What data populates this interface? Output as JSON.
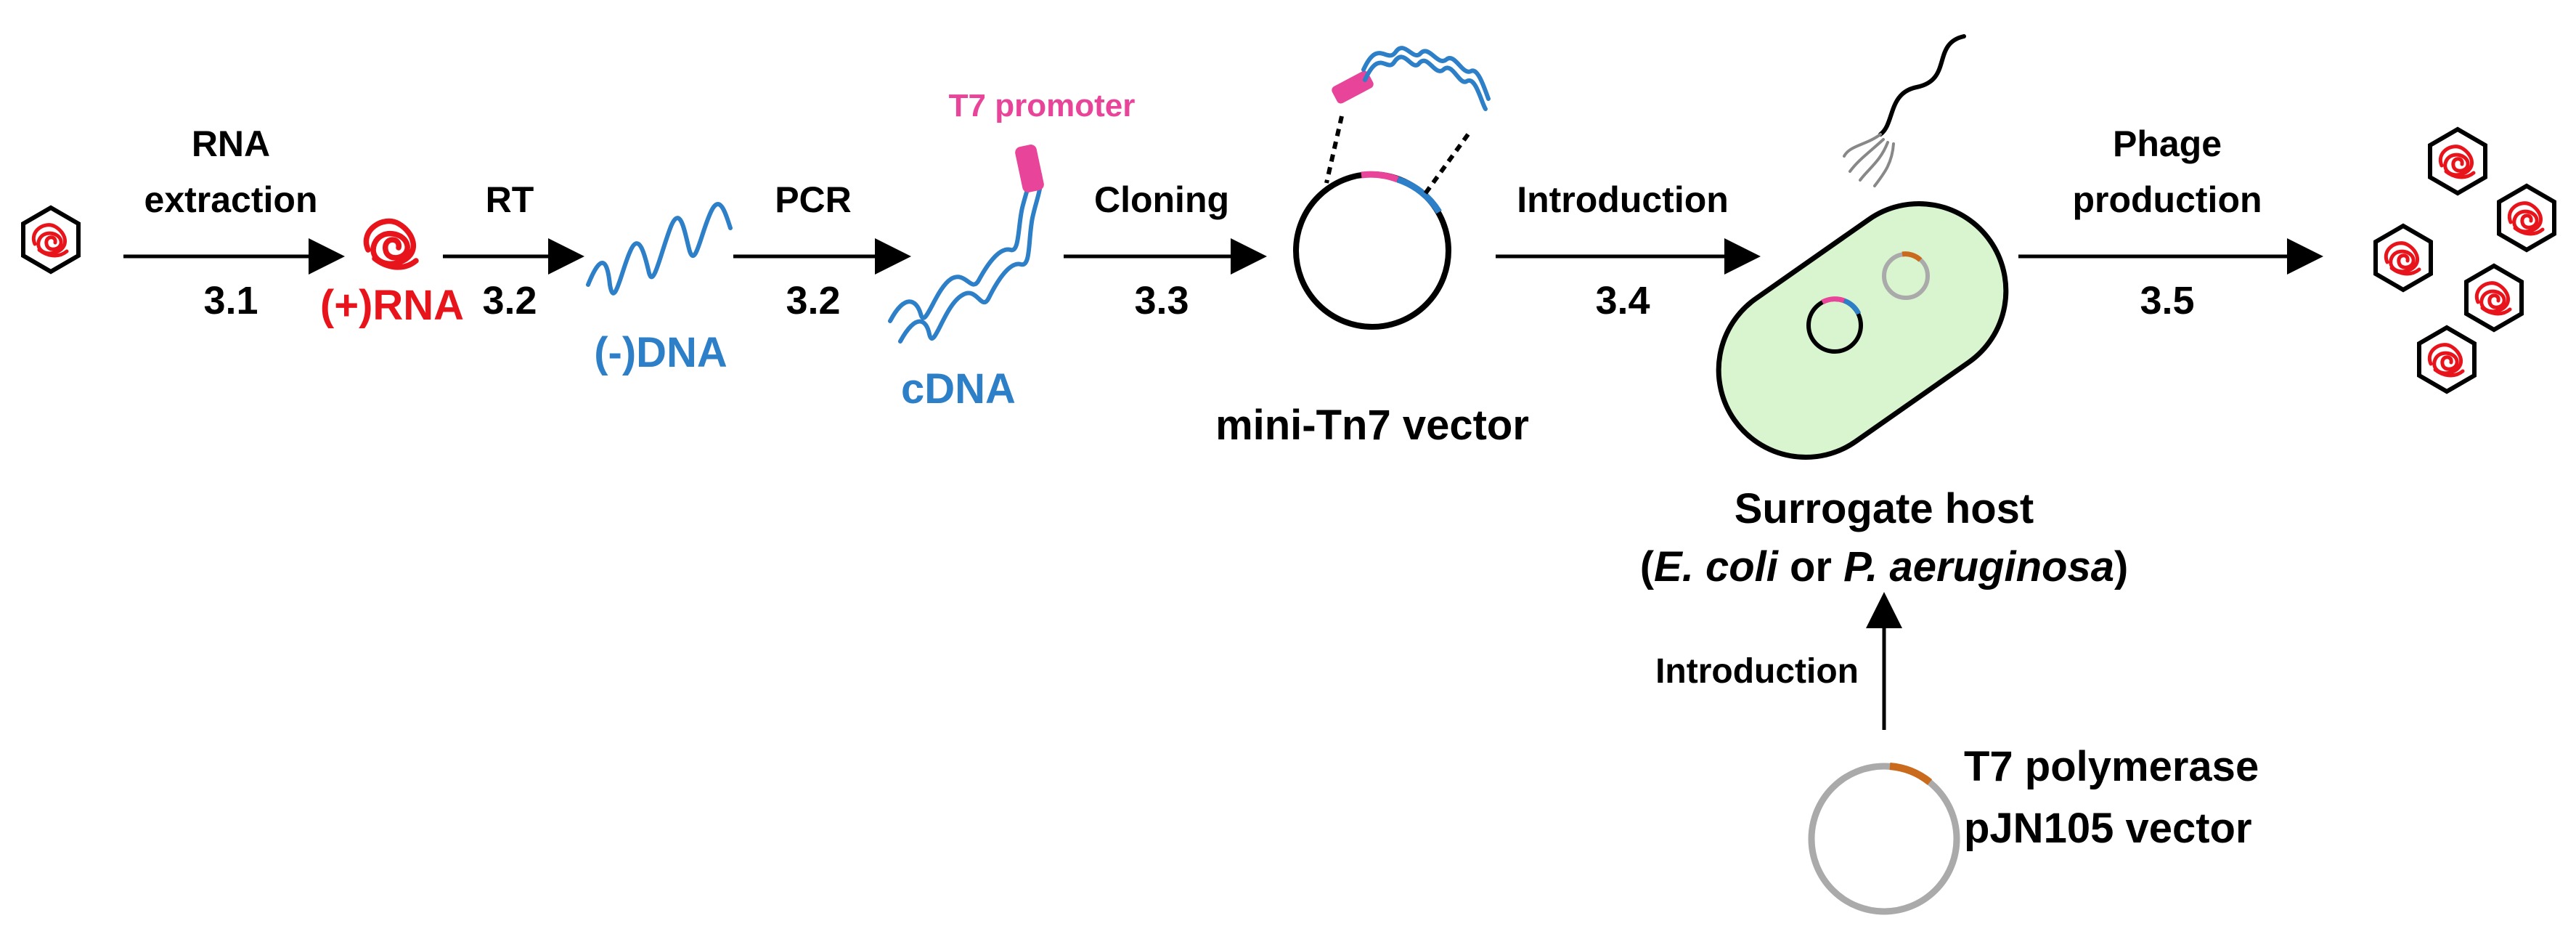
{
  "steps": [
    {
      "label_lines": [
        "RNA",
        "extraction"
      ],
      "number": "3.1"
    },
    {
      "label_lines": [
        "RT"
      ],
      "number": "3.2"
    },
    {
      "label_lines": [
        "PCR"
      ],
      "number": "3.2"
    },
    {
      "label_lines": [
        "Cloning"
      ],
      "number": "3.3"
    },
    {
      "label_lines": [
        "Introduction"
      ],
      "number": "3.4"
    },
    {
      "label_lines": [
        "Phage",
        "production"
      ],
      "number": "3.5"
    }
  ],
  "molecules": {
    "plus_rna": "(+)RNA",
    "minus_dna": "(-)DNA",
    "cdna": "cDNA",
    "t7_promoter": "T7 promoter",
    "mini_tn7": "mini-Tn7 vector"
  },
  "host": {
    "title": "Surrogate host",
    "line2_open": "(",
    "species_a": "E. coli",
    "line2_or": " or ",
    "species_b": "P. aeruginosa",
    "line2_close": ")"
  },
  "t7_vector": {
    "introduction": "Introduction",
    "line1": "T7 polymerase",
    "line2": "pJN105 vector"
  },
  "colors": {
    "rna_red": "#e8141c",
    "dna_blue": "#2d7fc7",
    "promoter_pink": "#e8449a",
    "host_green": "#d9f5d0",
    "polymerase_orange": "#c96a1c",
    "plasmid_gray": "#aaaaaa",
    "text": "#000000"
  }
}
